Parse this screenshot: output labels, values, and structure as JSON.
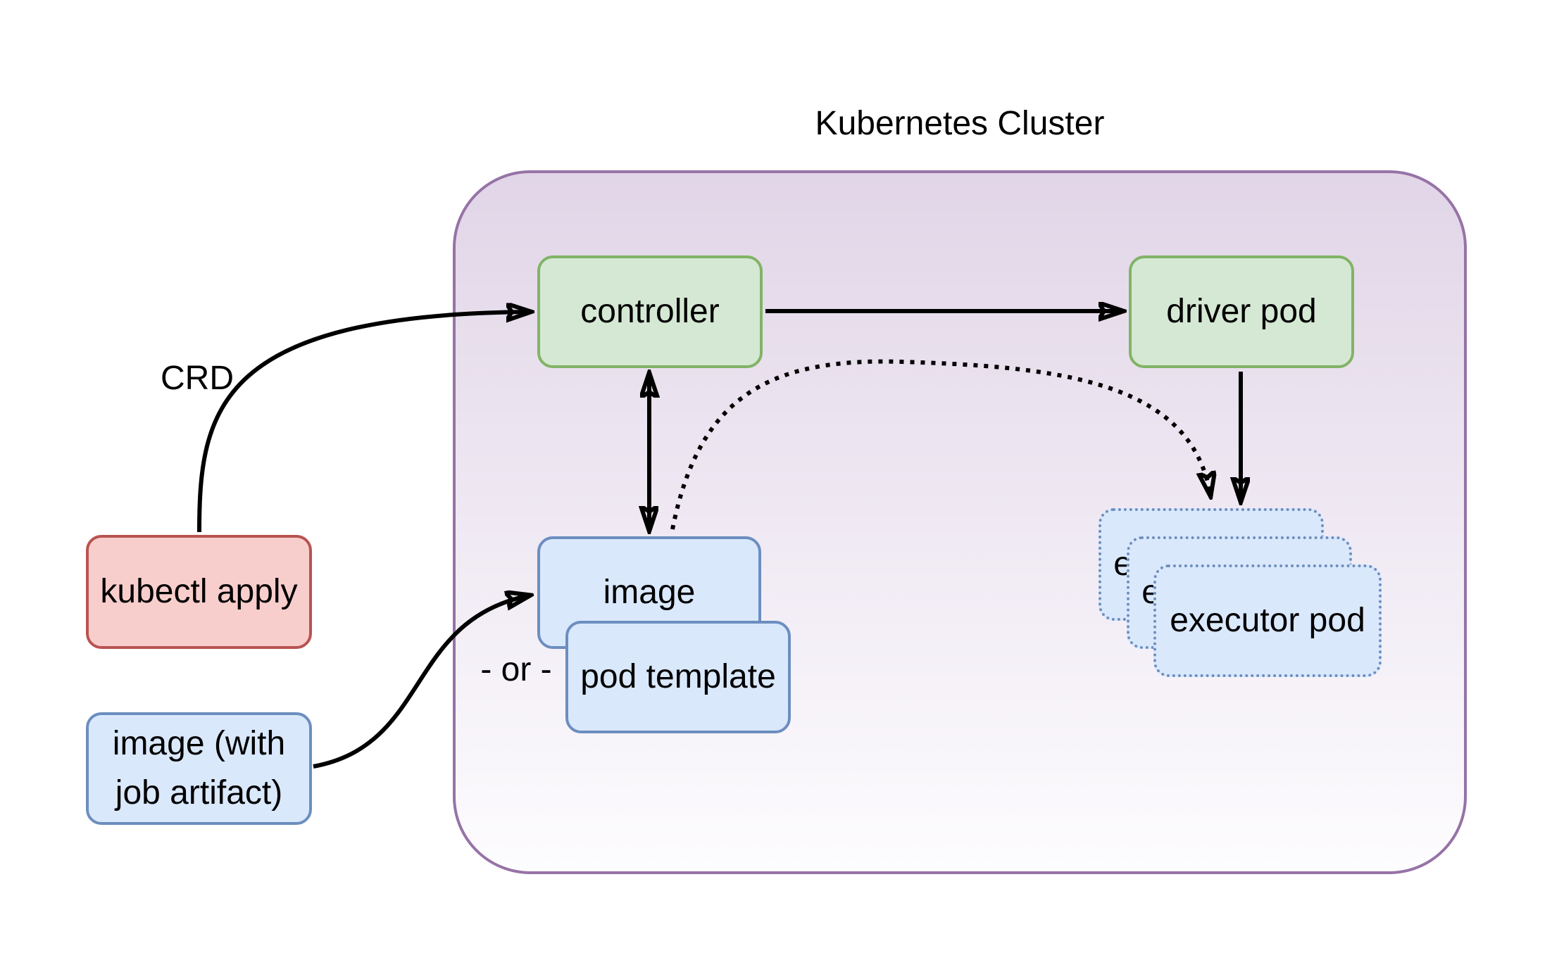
{
  "title": "Kubernetes Cluster",
  "nodes": {
    "kubectl_apply": {
      "label": "kubectl apply"
    },
    "image_with_artifact": {
      "line1": "image (with",
      "line2": "job artifact)"
    },
    "controller": {
      "label": "controller"
    },
    "driver_pod": {
      "label": "driver pod"
    },
    "image": {
      "label": "image"
    },
    "pod_template": {
      "label": "pod template"
    },
    "executor_pod": {
      "label": "executor pod"
    }
  },
  "edge_labels": {
    "crd": "CRD",
    "or_divider": "- or -"
  },
  "colors": {
    "cluster_border": "#9673a6",
    "cluster_fill_top": "#e1d5e7",
    "cluster_fill_bottom": "#fdfcfe",
    "green_fill": "#d5e8d4",
    "green_border": "#82b366",
    "blue_fill": "#dae8fc",
    "blue_border": "#6c8ebf",
    "red_fill": "#f8cecc",
    "red_border": "#b85450",
    "arrow": "#000000",
    "text": "#000000"
  }
}
